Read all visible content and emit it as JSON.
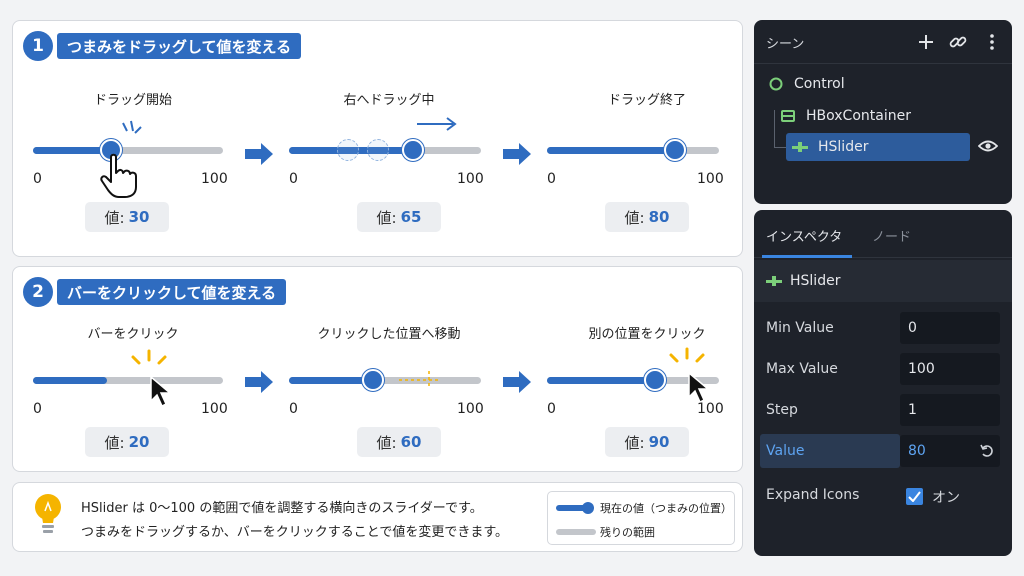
{
  "section1": {
    "number": "1",
    "title": "つまみをドラッグして値を変える",
    "steps": [
      {
        "caption": "ドラッグ開始",
        "min": "0",
        "max": "100",
        "value_key": "値:",
        "value": "30"
      },
      {
        "caption": "右へドラッグ中",
        "min": "0",
        "max": "100",
        "value_key": "値:",
        "value": "65"
      },
      {
        "caption": "ドラッグ終了",
        "min": "0",
        "max": "100",
        "value_key": "値:",
        "value": "80"
      }
    ]
  },
  "section2": {
    "number": "2",
    "title": "バーをクリックして値を変える",
    "steps": [
      {
        "caption": "バーをクリック",
        "min": "0",
        "max": "100",
        "value_key": "値:",
        "value": "20"
      },
      {
        "caption": "クリックした位置へ移動",
        "min": "0",
        "max": "100",
        "value_key": "値:",
        "value": "60"
      },
      {
        "caption": "別の位置をクリック",
        "min": "0",
        "max": "100",
        "value_key": "値:",
        "value": "90"
      }
    ]
  },
  "info": {
    "line1": "HSlider は 0〜100 の範囲で値を調整する横向きのスライダーです。",
    "line2": "つまみをドラッグするか、バーをクリックすることで値を変更できます。",
    "legend_current": "現在の値（つまみの位置）",
    "legend_rest": "残りの範囲"
  },
  "scene": {
    "title": "シーン",
    "nodes": [
      {
        "name": "Control",
        "icon": "circle-outline-icon"
      },
      {
        "name": "HBoxContainer",
        "icon": "hbox-icon"
      },
      {
        "name": "HSlider",
        "icon": "hslider-icon"
      }
    ]
  },
  "inspector": {
    "tab_active": "インスペクタ",
    "tab_inactive": "ノード",
    "node_name": "HSlider",
    "props": [
      {
        "label": "Min Value",
        "value": "0"
      },
      {
        "label": "Max Value",
        "value": "100"
      },
      {
        "label": "Step",
        "value": "1"
      },
      {
        "label": "Value",
        "value": "80"
      }
    ],
    "expand_icons_label": "Expand Icons",
    "expand_icons_value": "オン"
  },
  "colors": {
    "accent": "#2f6cc0",
    "track": "#c3c6cb",
    "click_spark": "#f5b400",
    "dark_bg": "#1e222a",
    "selection": "#2d5c9c"
  }
}
